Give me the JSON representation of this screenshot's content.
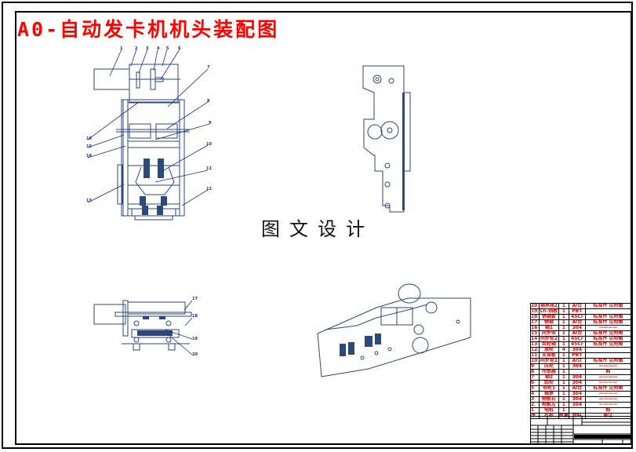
{
  "drawing": {
    "title": "A0-自动发卡机机头装配图",
    "watermark": "图文设计",
    "line_color": "#2b4a7a",
    "title_color": "#ff0000",
    "bom_text_color": "#ff0000"
  },
  "views": {
    "front_view": {
      "callouts": [
        "1",
        "2",
        "3",
        "4",
        "5",
        "6",
        "7",
        "8",
        "9",
        "10",
        "11",
        "12",
        "13",
        "14",
        "15",
        "16"
      ]
    },
    "top_view": {
      "callouts": [
        "17",
        "18",
        "19",
        "20"
      ]
    },
    "side_view": {},
    "isometric_view": {}
  },
  "bom": {
    "rows": [
      {
        "no": "20",
        "name": "轴承座2",
        "qty": "1",
        "material": "Al合",
        "note": "标准件 见附图"
      },
      {
        "no": "19",
        "name": "Lh-挡板",
        "qty": "1",
        "material": "PBT",
        "note": ""
      },
      {
        "no": "18",
        "name": "销轴套",
        "qty": "1",
        "material": "45Cr",
        "note": "标准件 见附图"
      },
      {
        "no": "17",
        "name": "销轴",
        "qty": "1",
        "material": "Al合",
        "note": "标准件 见附图"
      },
      {
        "no": "16",
        "name": "轴1",
        "qty": "1",
        "material": "304",
        "note": "————"
      },
      {
        "no": "15",
        "name": "同步带",
        "qty": "1",
        "material": "Al合",
        "note": "标准件 见附图"
      },
      {
        "no": "14",
        "name": "同步轮2",
        "qty": "1",
        "material": "45Cr",
        "note": "标准件 见附图"
      },
      {
        "no": "13",
        "name": "齿轮轴",
        "qty": "1",
        "material": "45Cr",
        "note": "标准件 见附图"
      },
      {
        "no": "12",
        "name": "滚轮",
        "qty": "4",
        "material": "304",
        "note": ""
      },
      {
        "no": "11",
        "name": "支架板",
        "qty": "1",
        "material": "PBT",
        "note": ""
      },
      {
        "no": "10",
        "name": "同步轮1",
        "qty": "1",
        "material": "Al合",
        "note": "标准件 见附图"
      },
      {
        "no": "9",
        "name": "压轮",
        "qty": "1",
        "material": "304",
        "note": "————"
      },
      {
        "no": "8",
        "name": "传感器",
        "qty": "1",
        "material": "",
        "note": "购"
      },
      {
        "no": "7",
        "name": "轴2",
        "qty": "1",
        "material": "304",
        "note": "————"
      },
      {
        "no": "6",
        "name": "齿轮",
        "qty": "1",
        "material": "304",
        "note": "————"
      },
      {
        "no": "5",
        "name": "带轮1",
        "qty": "1",
        "material": "Al合",
        "note": "标准件 见附图"
      },
      {
        "no": "4",
        "name": "轴承",
        "qty": "1",
        "material": "304",
        "note": "————"
      },
      {
        "no": "3",
        "name": "侧板右",
        "qty": "1",
        "material": "304",
        "note": "————"
      },
      {
        "no": "2",
        "name": "侧板左",
        "qty": "1",
        "material": "304",
        "note": "————"
      },
      {
        "no": "1",
        "name": "电机",
        "qty": "1",
        "material": "",
        "note": "购"
      }
    ],
    "header": {
      "no": "序",
      "name": "名称",
      "qty": "数量",
      "material": "材料",
      "note": "备注"
    }
  }
}
